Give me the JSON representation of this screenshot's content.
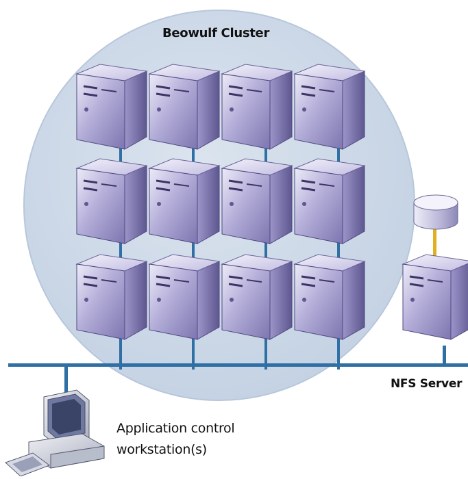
{
  "diagram": {
    "cluster_label": "Beowulf Cluster",
    "nfs_label": "NFS Server",
    "workstation_label_line1": "Application control",
    "workstation_label_line2": "workstation(s)",
    "nodes": {
      "rows": 3,
      "columns": 4
    },
    "colors": {
      "cluster_circle": "#c9d6e6",
      "cluster_circle_edge": "#b3c5d9",
      "network_line": "#2f6fa3",
      "server_front": "#8e88bf",
      "server_side": "#6d6699",
      "server_top": "#cfcbe8",
      "db_link": "#e0b020"
    },
    "icons": [
      "server-icon",
      "database-icon",
      "workstation-icon"
    ]
  }
}
